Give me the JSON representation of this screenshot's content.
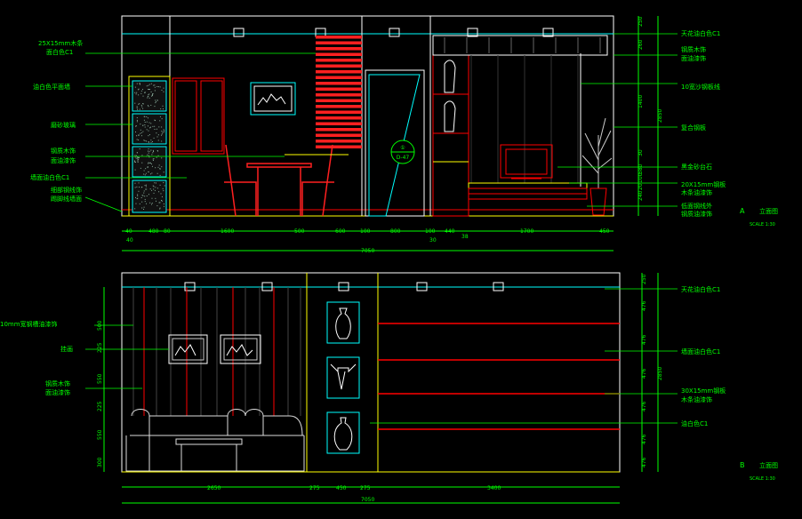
{
  "colors": {
    "background": "#000000",
    "frame": "#ffffff",
    "dimension": "#00ff00",
    "outline": "#00ffff",
    "member": "#ff0000",
    "accent": "#ffff00",
    "furniture": "#ff2020",
    "text": "#00ff00"
  },
  "elevation_a": {
    "title_letter": "A",
    "title": "立面图",
    "scale": "SCALE 1:30",
    "left_labels": [
      "25X15mm木条",
      "面白色C1",
      "油白色平面墙",
      "磨砂玻璃",
      "钢质木饰",
      "面油漆饰",
      "墙面油白色C1",
      "细部钢线饰",
      "踢脚线墙面"
    ],
    "right_labels": [
      "天花油白色C1",
      "钢质木饰",
      "面油漆饰",
      "10宽沙钢板线",
      "复合钢板",
      "黑金砂台石",
      "20X15mm钢板",
      "木条油漆饰",
      "低面钢线外",
      "钢质油漆饰"
    ],
    "section_mark_top": "①",
    "section_mark_bottom": "D-47",
    "dims_bottom": [
      "40",
      "480",
      "80",
      "1600",
      "500",
      "600",
      "100",
      "800",
      "100",
      "440",
      "38",
      "1700",
      "450"
    ],
    "dims_sub": [
      "40",
      "30"
    ],
    "total": "7050",
    "dims_right": [
      "250",
      "260",
      "1400",
      "30",
      "580",
      "100",
      "20",
      "240",
      "5",
      "100",
      "200",
      "100"
    ],
    "total_height": "2850"
  },
  "elevation_b": {
    "title_letter": "B",
    "title": "立面图",
    "scale": "SCALE 1:30",
    "left_labels": [
      "10mm宽钢槽油漆饰",
      "挂画",
      "钢质木饰",
      "面油漆饰"
    ],
    "right_labels": [
      "天花油白色C1",
      "墙面油白色C1",
      "30X15mm钢板",
      "木条油漆饰",
      "油白色C1"
    ],
    "dims_bottom": [
      "2650",
      "275",
      "450",
      "275",
      "3400"
    ],
    "total": "7050",
    "dims_left": [
      "500",
      "225",
      "550",
      "225",
      "550",
      "300"
    ],
    "dims_right": [
      "250",
      "476",
      "476",
      "476",
      "476",
      "476",
      "476"
    ],
    "total_height": "2850"
  }
}
